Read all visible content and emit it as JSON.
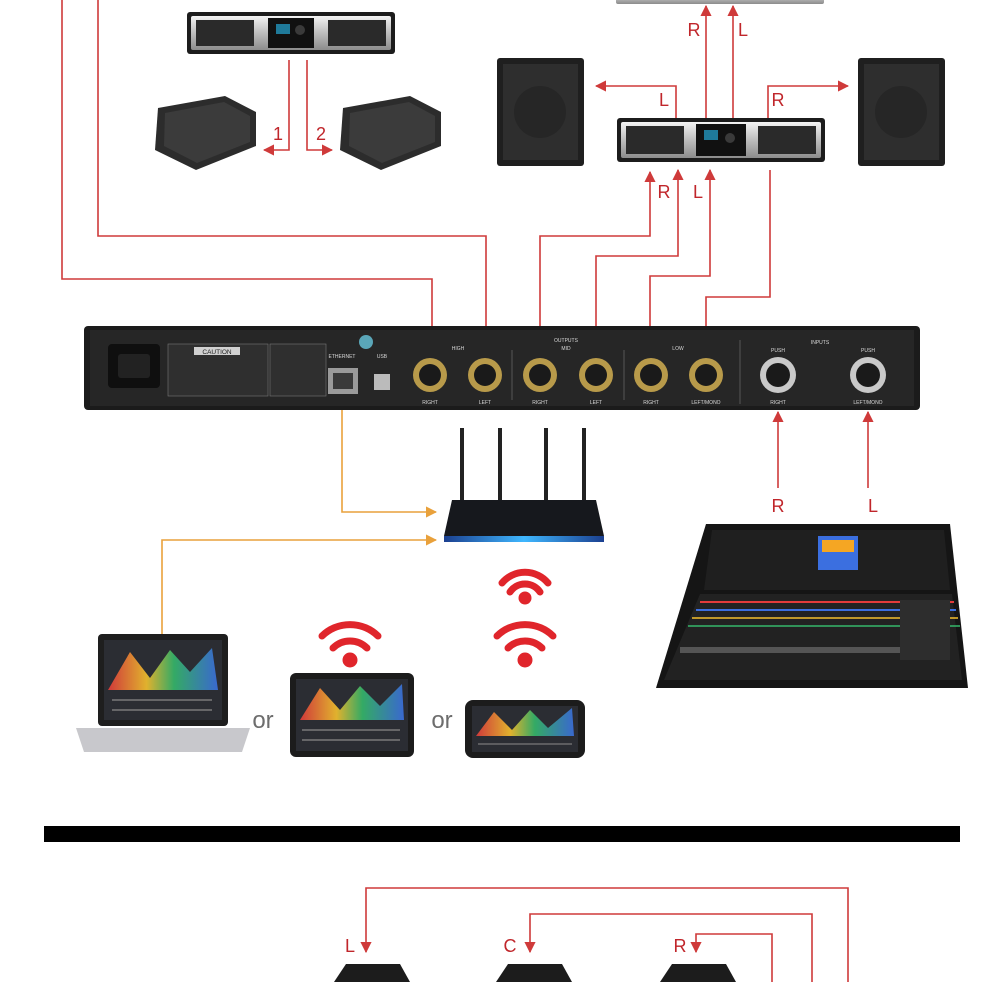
{
  "channel_labels": {
    "top_amp_in_r": "R",
    "top_amp_in_l": "L",
    "sub_left": "L",
    "sub_right": "R",
    "amp_in_r": "R",
    "amp_in_l": "L",
    "monitor_1": "1",
    "monitor_2": "2",
    "input_r": "R",
    "input_l": "L",
    "bottom_l": "L",
    "bottom_c": "C",
    "bottom_r": "R"
  },
  "or_labels": [
    "or",
    "or"
  ],
  "processor": {
    "caution_title": "CAUTION",
    "ethernet_label": "ETHERNET",
    "usb_label": "USB",
    "outputs_label": "OUTPUTS",
    "inputs_label": "INPUTS",
    "high_label": "HIGH",
    "mid_label": "MID",
    "low_label": "LOW",
    "push_label": "PUSH",
    "out_labels": [
      "RIGHT",
      "LEFT",
      "RIGHT",
      "LEFT",
      "RIGHT",
      "LEFT/MONO"
    ],
    "in_labels": [
      "RIGHT",
      "LEFT/MONO"
    ]
  },
  "colors": {
    "signal_wire": "#cf3a3a",
    "network_wire": "#e9a13b",
    "wifi": "#e0252b",
    "divider": "#000000"
  },
  "icons": [
    "amplifier-icon",
    "floor-monitor-icon",
    "subwoofer-icon",
    "dsp-processor-icon",
    "router-icon",
    "wifi-icon",
    "laptop-icon",
    "tablet-icon",
    "phone-icon",
    "mixing-console-icon",
    "line-array-speaker-icon"
  ]
}
